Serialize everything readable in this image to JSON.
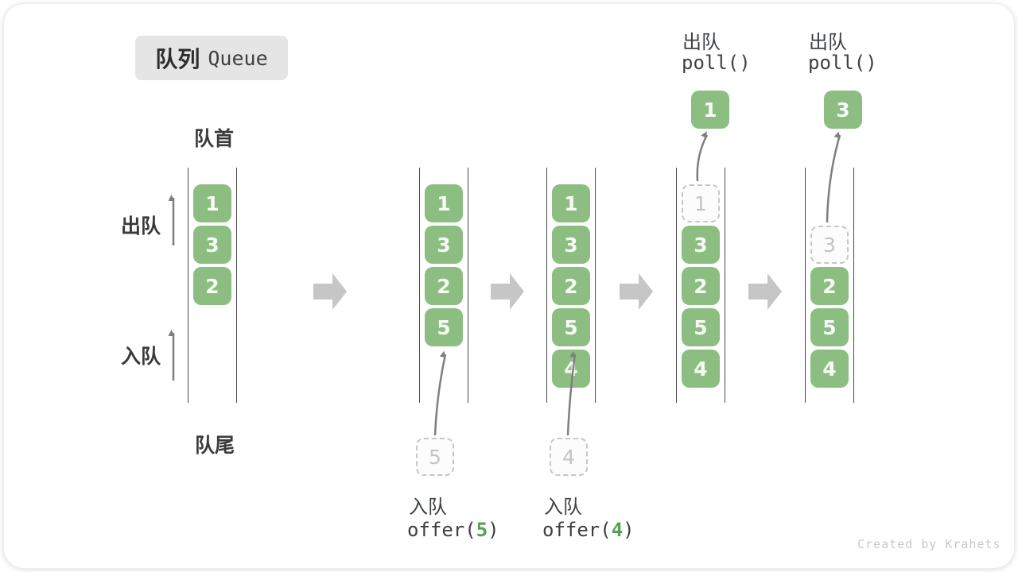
{
  "title": {
    "zh": "队列",
    "en": "Queue"
  },
  "side_labels": {
    "front": "队首",
    "rear": "队尾",
    "dequeue": "出队",
    "enqueue": "入队"
  },
  "columns": [
    {
      "name": "state-initial",
      "cells": [
        {
          "value": "1",
          "style": "solid"
        },
        {
          "value": "3",
          "style": "solid"
        },
        {
          "value": "2",
          "style": "solid"
        }
      ]
    },
    {
      "name": "state-after-offer-5",
      "cells": [
        {
          "value": "1",
          "style": "solid"
        },
        {
          "value": "3",
          "style": "solid"
        },
        {
          "value": "2",
          "style": "solid"
        },
        {
          "value": "5",
          "style": "solid"
        }
      ],
      "pending_value": "5",
      "op": {
        "action": "入队",
        "fn_open": "offer(",
        "fn_arg": "5",
        "fn_close": ")"
      }
    },
    {
      "name": "state-after-offer-4",
      "cells": [
        {
          "value": "1",
          "style": "solid"
        },
        {
          "value": "3",
          "style": "solid"
        },
        {
          "value": "2",
          "style": "solid"
        },
        {
          "value": "5",
          "style": "solid"
        },
        {
          "value": "4",
          "style": "solid"
        }
      ],
      "pending_value": "4",
      "op": {
        "action": "入队",
        "fn_open": "offer(",
        "fn_arg": "4",
        "fn_close": ")"
      }
    },
    {
      "name": "state-after-poll-1",
      "cells": [
        {
          "value": "1",
          "style": "ghost"
        },
        {
          "value": "3",
          "style": "solid"
        },
        {
          "value": "2",
          "style": "solid"
        },
        {
          "value": "5",
          "style": "solid"
        },
        {
          "value": "4",
          "style": "solid"
        }
      ],
      "popped_value": "1",
      "op": {
        "action": "出队",
        "fn": "poll()"
      }
    },
    {
      "name": "state-after-poll-3",
      "cells": [
        {
          "value": "3",
          "style": "ghost"
        },
        {
          "value": "2",
          "style": "solid"
        },
        {
          "value": "5",
          "style": "solid"
        },
        {
          "value": "4",
          "style": "solid"
        }
      ],
      "popped_value": "3",
      "op": {
        "action": "出队",
        "fn": "poll()"
      }
    }
  ],
  "credit": "Created by Krahets",
  "colors": {
    "item_green": "#8cbe82",
    "item_text": "#f7faf5",
    "ghost_border": "#c7c7c7",
    "ghost_text": "#c4c4c4",
    "block_arrow": "#c6c6c6",
    "flow_arrow": "#7f7f7f",
    "code_green": "#55a152",
    "title_chip_bg": "#e5e5e5",
    "text_dark": "#3d4043"
  }
}
